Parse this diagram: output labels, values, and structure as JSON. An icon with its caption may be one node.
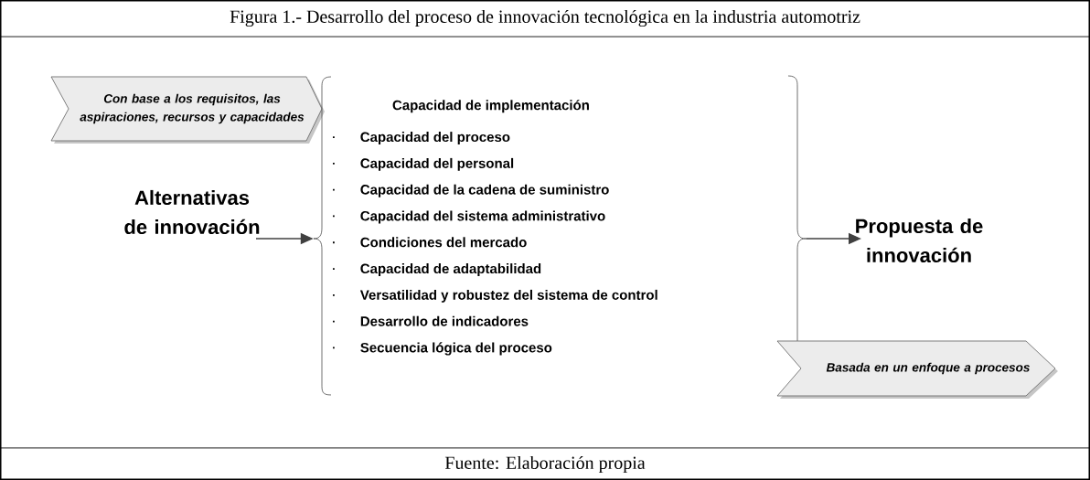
{
  "diagram": {
    "title": "Figura 1.- Desarrollo del proceso de innovación tecnológica en la industria automotriz",
    "caption": "Fuente: Elaboración propia",
    "nodes": [
      {
        "text": [
          "Con base a los requisitos, las aspiraciones, recursos y capacidades"
        ]
      },
      {
        "text": [
          "Alternativas de innovación"
        ]
      },
      {
        "text": [
          "Capacidad de implementación",
          "Capacidad del proceso",
          "Capacidad del personal",
          "Capacidad de la cadena de suministro",
          "Capacidad del sistema administrativo",
          "Condiciones del mercado",
          "Capacidad de adaptabilidad",
          "Versatilidad y robustez del sistema de control",
          "Desarrollo de indicadores",
          "Secuencia lógica del proceso"
        ]
      },
      {
        "text": [
          "Propuesta de innovación"
        ]
      },
      {
        "text": [
          "Basada en un enfoque a procesos"
        ]
      }
    ],
    "edges": [
      {
        "from": 1,
        "to": 2,
        "arrow": "to"
      },
      {
        "from": 2,
        "to": 3,
        "arrow": "to"
      }
    ]
  }
}
